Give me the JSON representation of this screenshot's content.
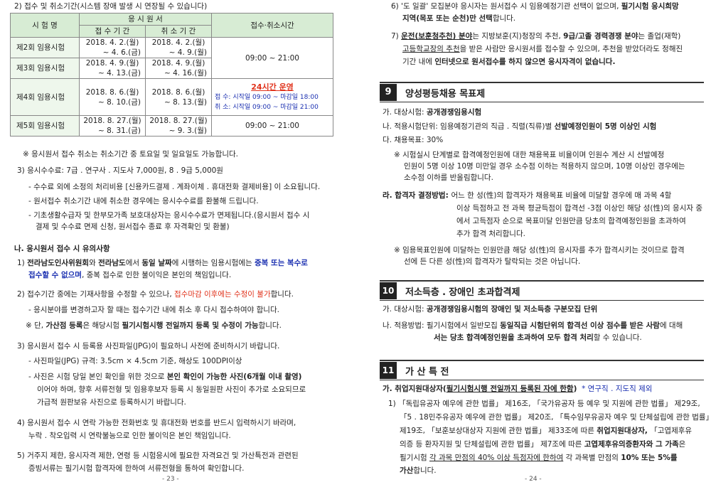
{
  "left": {
    "heading2": "2)  접수 및 취소기간(시스템 장애 발생 시 연장될 수 있습니다)",
    "table": {
      "h_exam": "시 험 명",
      "h_apply": "응       시       원       서",
      "h_apply_period": "접 수 기 간",
      "h_cancel_period": "취 소 기 간",
      "h_time": "접수‧취소시간",
      "rows": [
        {
          "name": "제2회 임용시험",
          "apply1": "2018. 4.  2.(월)",
          "apply2": "~ 4.  6.(금)",
          "cancel1": "2018. 4.  2.(월)",
          "cancel2": "~ 4.  9.(월)"
        },
        {
          "name": "제3회 임용시험",
          "apply1": "2018. 4.  9.(월)",
          "apply2": "~ 4. 13.(금)",
          "cancel1": "2018. 4.  9.(월)",
          "cancel2": "~ 4. 16.(월)"
        },
        {
          "name": "제4회 임용시험",
          "apply1": "2018. 8.  6.(월)",
          "apply2": "~ 8. 10.(금)",
          "cancel1": "2018. 8.  6.(월)",
          "cancel2": "~ 8. 13.(월)"
        },
        {
          "name": "제5회 임용시험",
          "apply1": "2018. 8. 27.(월)",
          "apply2": "~ 8. 31.(금)",
          "cancel1": "2018. 8. 27.(월)",
          "cancel2": "~ 9.  3.(월)"
        }
      ],
      "time_common": "09:00 ~ 21:00",
      "time_24": "24시간 운영",
      "time_apply": "접 수: 시작일 09:00 ~ 마감일 18:00",
      "time_cancel": "취 소: 시작일 09:00 ~ 마감일 21:00"
    },
    "note_weekend": "※ 응시원서 접수 취소는 취소기간 중 토요일 및 일요일도 가능합니다.",
    "fee": "3)  응시수수료: 7급 ․ 연구사 ․ 지도사 7,000원,  8 ․ 9급 5,000원",
    "fee_b1": "- 수수료 외에 소정의 처리비용 [신용카드결제 ․ 계좌이체 ․ 휴대전화 결제비용] 이 소요됩니다.",
    "fee_b2": "- 원서접수 취소기간 내에 취소한 경우에는 응시수수료를 환불해 드립니다.",
    "fee_b3a": "- 기초생활수급자 및 한부모가족 보호대상자는 응시수수료가 면제됩니다.(응시원서 접수 시",
    "fee_b3b": "결제 및 수수료 면제 신청, 원서접수 종료 후 자격확인 및 환불)",
    "sec_na": "나. 응시원서 접수 시 유의사항",
    "n1a_1": "1)  ",
    "n1a_bold": "전라남도인사위원회",
    "n1a_2": "와 ",
    "n1a_bold2": "전라남도",
    "n1a_3": "에서 ",
    "n1a_bold3": "동일 날짜",
    "n1a_4": "에 시행하는 임용시험에는 ",
    "n1a_blue": "중복 또는 복수로",
    "n1b_blue": "접수할 수 없으며",
    "n1b_rest": ", 중복 접수로 인한 불이익은 본인의 책임입니다.",
    "n2a_1": "2)  접수기간 중에는 기재사항을 수정할 수 있으나, ",
    "n2a_red": "접수마감 이후에는 수정이 불가",
    "n2a_2": "합니다.",
    "n2_b1": "- 응시분야를 변경하고자 할 때는 접수기간 내에 취소 후 다시 접수하여야 합니다.",
    "n2_note1": "※ 단, ",
    "n2_note_b": "가산점 등록",
    "n2_note2": "은 해당시험 ",
    "n2_note_b2": "필기시험시행 전일까지 등록 및 수정이 가능",
    "n2_note3": "합니다.",
    "n3": "3)  응시원서 접수 시 등록용 사진파일(JPG)이 필요하니 사전에 준비하시기 바랍니다.",
    "n3_b1": "- 사진파일(JPG) 규격: 3.5cm × 4.5cm 기준, 해상도 100DPI이상",
    "n3_b2a_1": "- 사진은 시험 당일 본인 확인을 위한 것으로 ",
    "n3_b2a_b": "본인 확인이 가능한 사진(6개월 이내 촬영)",
    "n3_b2b": "이어야 하며, 향후 서류전형 및 임용후보자 등록 시 동일원판 사진이 추가로 소요되므로",
    "n3_b2c": "가급적 원판보유 사진으로 등록하시기 바랍니다.",
    "n4a": "4)  응시원서 접수 시 연락 가능한 전화번호 및 휴대전화 번호를 반드시 입력하시기 바라며,",
    "n4b": "누락 ․ 착오입력 시 연락불능으로 인한 불이익은 본인 책임입니다.",
    "n5a": "5)  거주지 제한, 응시자격 제한, 연령 등 시험응시에 필요한 자격요건 및 가산특전과 관련된",
    "n5b": "증빙서류는 필기시험 합격자에 한하여 서류전형을 통하여 확인합니다.",
    "page": "- 23 -"
  },
  "right": {
    "r6a_1": "6)  '도 일괄' 모집분야 응시자는 원서접수 시 임용예정기관 선택이 없으며, ",
    "r6a_b": "필기시험 응시희망",
    "r6b_b": "지역(목포 또는 순천)만 선택",
    "r6b_2": "합니다.",
    "r7a_1": "7)  ",
    "r7a_bu": "운전(보훈청추천) 분야",
    "r7a_2": "는 지방보훈(지)청장의 추천, ",
    "r7a_b2": "9급/고졸 경력경쟁 분야",
    "r7a_3": "는 졸업(재학)",
    "r7b_u": "고등학교장의 추천",
    "r7b_2": "을 받은 사람만 응시원서를 접수할 수 있으며, 추천을 받았더라도 정해진",
    "r7c_1": "기간 내에 ",
    "r7c_b": "인터넷으로 원서접수를 하지 않으면 응시자격이 없습니다.",
    "s9_num": "9",
    "s9_title": "양성평등채용 목표제",
    "s9_ga_1": "가. 대상시험: ",
    "s9_ga_2": "공개경쟁임용시험",
    "s9_na_1": "나. 적용시험단위: ",
    "s9_na_2": "임용예정기관의 직급 ․ 직렬(직류)별 ",
    "s9_na_b": "선발예정인원이 5명 이상인 시험",
    "s9_da": "다. 채용목표: 30%",
    "s9_note_a": "※ 시험실시 단계별로 합격예정인원에 대한 채용목표 비율이며 인원수 계산 시 선발예정",
    "s9_note_b": "인원이 5명 이상 10명 미만일 경우 소수점 이하는 적용하지 않으며, 10명 이상인 경우에는",
    "s9_note_c": "소수점 이하를 반올림합니다.",
    "s9_ra_1": "라. 합격자 결정방법: ",
    "s9_ra_2": "어느 한 성(性)의 합격자가 채용목표 비율에 미달할 경우에 매 과목 4할",
    "s9_ra_b": "이상 득점하고 전 과목 평균득점이 합격선 -3점 이상인 해당 성(性)의 응시자 중",
    "s9_ra_c": "에서 고득점자 순으로 목표미달 인원만큼 당초의 합격예정인원을 초과하여",
    "s9_ra_d": "추가 합격 처리합니다.",
    "s9_note2_a": "※ 임용목표인원에 미달하는 인원만큼 해당 성(性)의 응시자를 추가 합격시키는 것이므로 합격",
    "s9_note2_b": "선에 든 다른 성(性)의 합격자가 탈락되는 것은 아닙니다.",
    "s10_num": "10",
    "s10_title": "저소득층 ․ 장애인 초과합격제",
    "s10_ga_1": "가. 대상시험: ",
    "s10_ga_2": "공개경쟁임용시험의 장애인 및 저소득층 구분모집 단위",
    "s10_na_1": "나. 적용방법: ",
    "s10_na_2": "필기시험에서 일반모집 ",
    "s10_na_b": "동일직급 시험단위의 합격선 이상 점수를 받은 사람",
    "s10_na_3": "에 대해",
    "s10_na_b2": "서는 당초 합격예정인원을 초과하여 모두 합격 처리",
    "s10_na_4": "할 수 있습니다.",
    "s11_num": "11",
    "s11_title": "가 산 특 전",
    "s11_ga_1": "가. 취업지원대상자(",
    "s11_ga_u": "필기시험시행 전일까지 등록된 자에 한함",
    "s11_ga_2": ")",
    "s11_ga_blue": "* 연구직 ․ 지도직 제외",
    "s11_1a": "1)  「독립유공자 예우에 관한 법률」 제16조, 「국가유공자 등 예우 및 지원에 관한 법률」 제29조,",
    "s11_1b": "「5 ․ 18민주유공자 예우에 관한 법률」 제20조, 「특수임무유공자 예우 및 단체설립에 관한 법률」",
    "s11_1c_1": "제19조, 「보훈보상대상자 지원에 관한 법률」 제33조에 따른 ",
    "s11_1c_b": "취업지원대상자,",
    "s11_1c_2": " 「고엽제후유",
    "s11_1d_1": "의증 등 환자지원 및 단체설립에 관한 법률」 제7조에 따른 ",
    "s11_1d_b": "고엽제후유의증환자와 그 가족",
    "s11_1d_2": "은",
    "s11_1e_1": "필기시험 ",
    "s11_1e_u": "각 과목 만점의 40% 이상 득점자에 한하여",
    "s11_1e_2": " 각 과목별 만점의 ",
    "s11_1e_b": "10% 또는 5%를",
    "s11_1f_b": "가산",
    "s11_1f_2": "합니다.",
    "page": "- 24 -"
  }
}
